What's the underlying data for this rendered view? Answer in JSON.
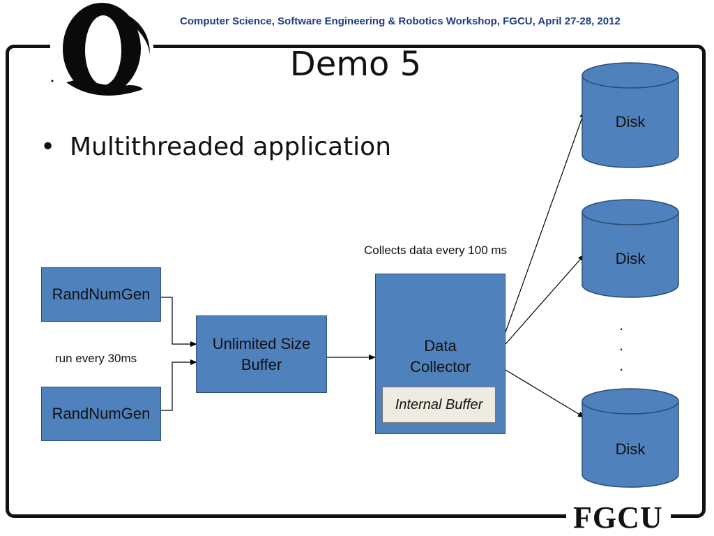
{
  "header": {
    "workshop": "Computer Science, Software Engineering & Robotics Workshop, FGCU, April 27-28, 2012"
  },
  "slide": {
    "title": "Demo 5",
    "bullet": "Multithreaded application"
  },
  "diagram": {
    "rng_top": "RandNumGen",
    "rng_bottom": "RandNumGen",
    "rng_note": "run every 30ms",
    "buffer": "Unlimited Size Buffer",
    "collector": "Data Collector",
    "collector_note": "Collects data every 100 ms",
    "internal_buffer": "Internal Buffer",
    "disks": [
      "Disk",
      "Disk",
      "Disk"
    ],
    "ellipsis": ".",
    "colors": {
      "box": "#4f81bd",
      "box_border": "#2c4d75",
      "internal_buffer": "#eeece1",
      "header": "#1f3e80"
    }
  },
  "footer": {
    "logo_text": "FGCU",
    "emblem": "eagle-q-emblem"
  }
}
